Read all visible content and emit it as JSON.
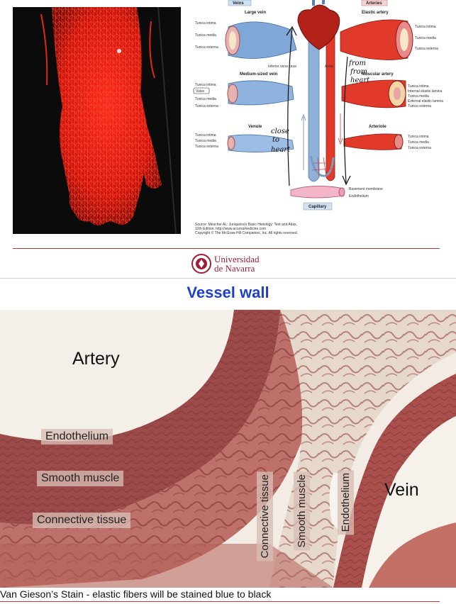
{
  "diagram": {
    "veins_header": "Veins",
    "arteries_header": "Arteries",
    "large_vein": "Large vein",
    "elastic_artery": "Elastic artery",
    "medium_vein": "Medium-sized vein",
    "muscular_artery": "Muscular artery",
    "venule": "Venule",
    "arteriole": "Arteriole",
    "capillary": "Capillary",
    "inferior_vena_cava": "Inferior vena cava",
    "aorta": "Aorta",
    "tunica_intima": "Tunica intima",
    "tunica_media": "Tunica media",
    "tunica_externa": "Tunica externa",
    "valve": "Valve",
    "internal_elastic_lamina": "Internal elastic lamina",
    "external_elastic_lamina": "External elastic lamina",
    "basement_membrane": "Basement membrane",
    "endothelium": "Endothelium",
    "source_line1": "Source: Mescher AL: Junqueira's Basic Histology: Text and Atlas,",
    "source_line2": "12th Edition: http://www.accessmedicine.com",
    "source_line3": "Copyright © The McGraw-Hill Companies, Inc. All rights reserved.",
    "note_away_1": "from",
    "note_away_2": "from",
    "note_away_3": "heart",
    "note_to_1": "close",
    "note_to_2": "to",
    "note_to_3": "heart"
  },
  "logo": {
    "line1": "Universidad",
    "line2": "de Navarra"
  },
  "slide": {
    "title": "Vessel wall",
    "caption": "Van Gieson’s Stain - elastic fibers will be stained blue to black"
  },
  "histology_labels": {
    "artery": "Artery",
    "vein": "Vein",
    "endothelium_artery": "Endothelium",
    "smooth_muscle_artery": "Smooth muscle",
    "connective_tissue_artery": "Connective tissue",
    "connective_tissue_vein": "Connective tissue",
    "smooth_muscle_vein": "Smooth muscle",
    "endothelium_vein": "Endothelium"
  }
}
